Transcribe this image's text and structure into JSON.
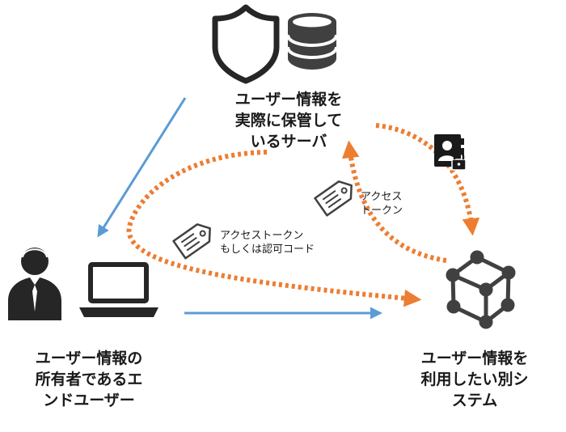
{
  "nodes": {
    "server": {
      "label": "ユーザー情報を\n実際に保管して\nいるサーバ"
    },
    "end_user": {
      "label": "ユーザー情報の\n所有者であるエ\nンドユーザー"
    },
    "other_system": {
      "label": "ユーザー情報を\n利用したい別シ\nステム"
    }
  },
  "tags": {
    "access_token_or_code": {
      "label": "アクセストークン\nもしくは認可コード"
    },
    "access_token": {
      "label": "アクセス\nトークン"
    }
  },
  "colors": {
    "blue_arrow": "#5b9bd5",
    "orange_arrow": "#ed7d31",
    "icon_dark": "#262626",
    "tag_stroke": "#404040"
  }
}
